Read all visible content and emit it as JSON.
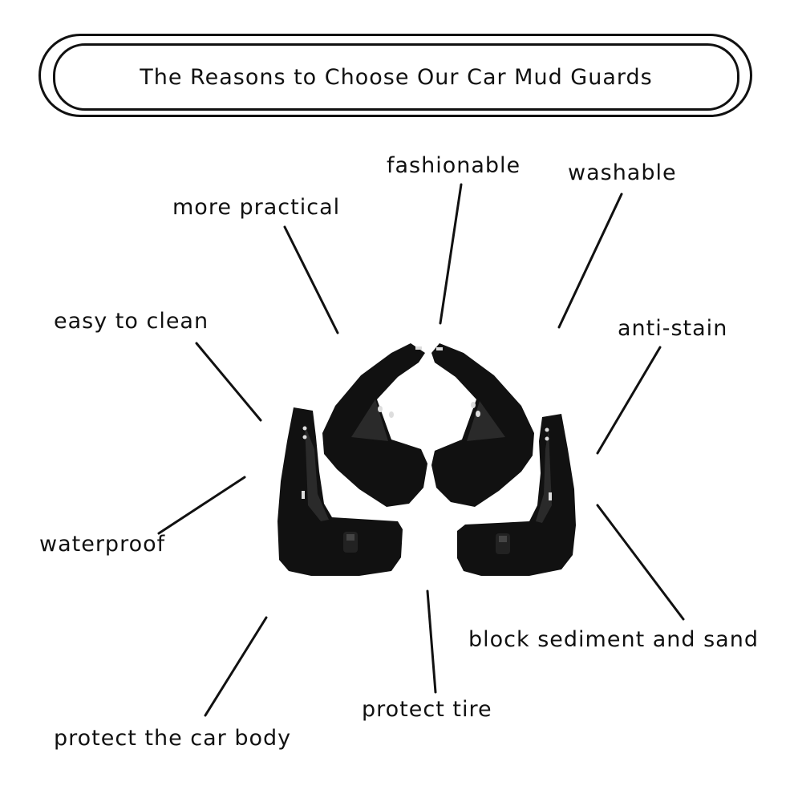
{
  "title": "The Reasons to Choose Our Car Mud Guards",
  "features": [
    {
      "key": "fashionable",
      "label": "fashionable"
    },
    {
      "key": "washable",
      "label": "washable"
    },
    {
      "key": "more_practical",
      "label": "more practical"
    },
    {
      "key": "easy_to_clean",
      "label": "easy to clean"
    },
    {
      "key": "anti_stain",
      "label": "anti-stain"
    },
    {
      "key": "waterproof",
      "label": "waterproof"
    },
    {
      "key": "block_sediment",
      "label": "block sediment and sand"
    },
    {
      "key": "protect_tire",
      "label": "protect tire"
    },
    {
      "key": "protect_body",
      "label": "protect the car body"
    }
  ]
}
